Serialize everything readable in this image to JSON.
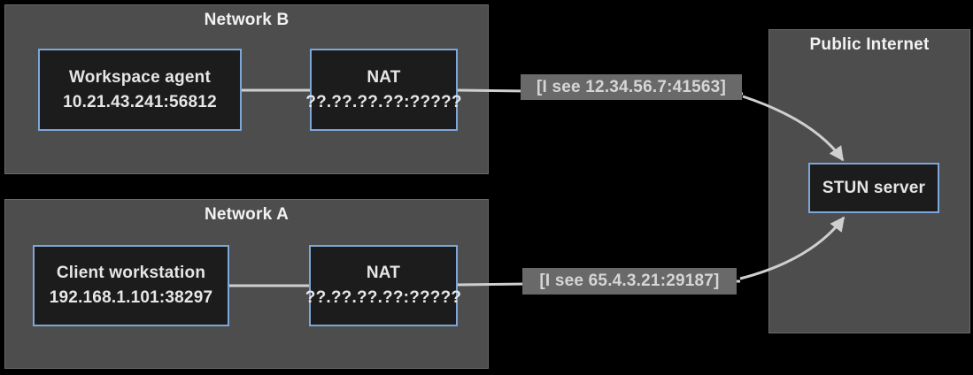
{
  "colors": {
    "canvas-bg": "#000000",
    "cluster-fill": "#4d4d4d",
    "cluster-border": "#6a6a6a",
    "node-fill": "#1c1c1c",
    "node-border": "#7da7d9",
    "edge-line": "#cfcfcf",
    "chip-bg": "#696969",
    "chip-text": "#d6d6d6",
    "node-text": "#e6e6e6",
    "title-text": "#f2f2f2"
  },
  "clusters": {
    "network_b": {
      "title": "Network B"
    },
    "network_a": {
      "title": "Network A"
    },
    "public_internet": {
      "title": "Public Internet"
    }
  },
  "nodes": {
    "workspace_agent": {
      "line1": "Workspace agent",
      "line2": "10.21.43.241:56812"
    },
    "nat_b": {
      "line1": "NAT",
      "line2": "??.??.??.??:?????"
    },
    "client_workstation": {
      "line1": "Client workstation",
      "line2": "192.168.1.101:38297"
    },
    "nat_a": {
      "line1": "NAT",
      "line2": "??.??.??.??:?????"
    },
    "stun_server": {
      "label": "STUN server"
    }
  },
  "edge_labels": {
    "agent_stun": "[I see 12.34.56.7:41563]",
    "client_stun": "[I see 65.4.3.21:29187]"
  }
}
